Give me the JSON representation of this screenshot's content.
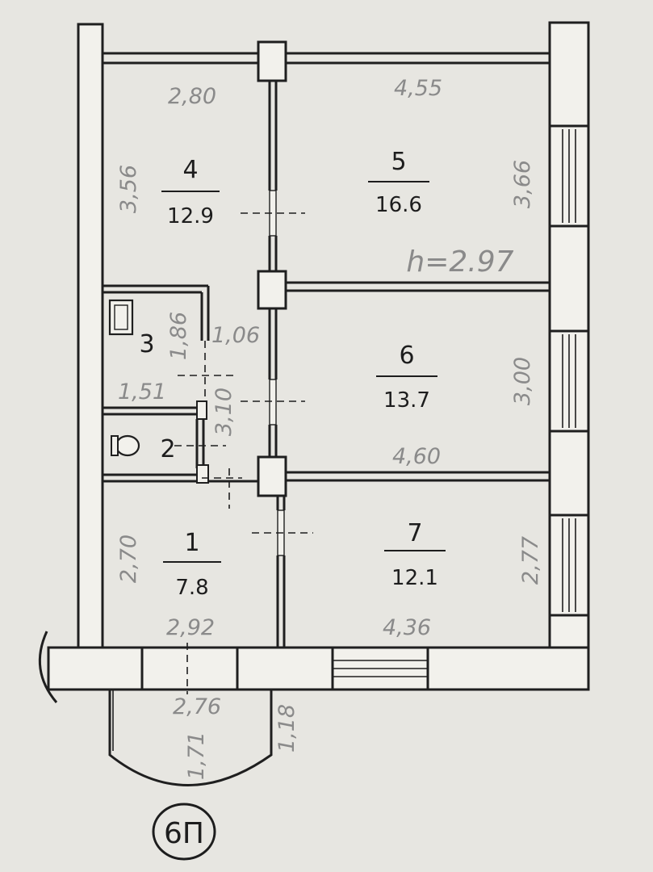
{
  "plan_label": "6П",
  "height_note": "h=2.97",
  "rooms": [
    {
      "number": "1",
      "area": "7.8"
    },
    {
      "number": "2"
    },
    {
      "number": "3"
    },
    {
      "number": "4",
      "area": "12.9"
    },
    {
      "number": "5",
      "area": "16.6"
    },
    {
      "number": "6",
      "area": "13.7"
    },
    {
      "number": "7",
      "area": "12.1"
    }
  ],
  "dimensions": {
    "r4_width": "2,80",
    "r5_width": "4,55",
    "r4_height": "3,56",
    "r5_height": "3,66",
    "r3_height": "1,86",
    "r3_door": "1,06",
    "r3_width": "1,51",
    "corridor": "3,10",
    "r6_width": "4,60",
    "r6_height": "3,00",
    "r1_height": "2,70",
    "r1_width": "2,92",
    "r7_width": "4,36",
    "r7_height": "2,77",
    "balcony_width": "2,76",
    "balcony_depth_a": "1,71",
    "balcony_depth_b": "1,18"
  }
}
